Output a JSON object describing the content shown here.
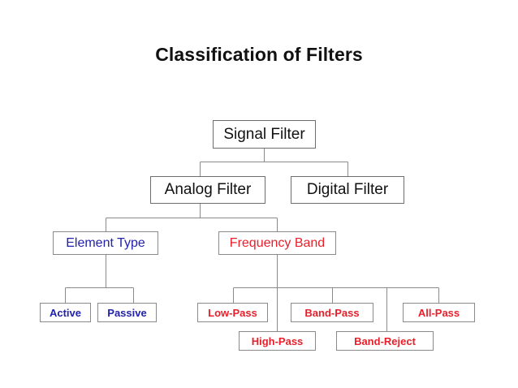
{
  "diagram": {
    "title": "Classification of Filters",
    "type": "tree-hierarchy",
    "background_color": "#ffffff",
    "line_color": "#8a8a8a",
    "colors": {
      "black": "#111111",
      "blue": "#2222aa",
      "red": "#e8202a"
    },
    "nodes": {
      "root": {
        "label": "Signal Filter",
        "color": "#111111"
      },
      "analog": {
        "label": "Analog Filter",
        "color": "#111111"
      },
      "digital": {
        "label": "Digital Filter",
        "color": "#111111"
      },
      "element_type": {
        "label": "Element Type",
        "color": "#2222aa"
      },
      "frequency_band": {
        "label": "Frequency Band",
        "color": "#e8202a"
      },
      "active": {
        "label": "Active",
        "color": "#2222aa"
      },
      "passive": {
        "label": "Passive",
        "color": "#2222aa"
      },
      "low_pass": {
        "label": "Low-Pass",
        "color": "#e8202a"
      },
      "high_pass": {
        "label": "High-Pass",
        "color": "#e8202a"
      },
      "band_pass": {
        "label": "Band-Pass",
        "color": "#e8202a"
      },
      "band_reject": {
        "label": "Band-Reject",
        "color": "#e8202a"
      },
      "all_pass": {
        "label": "All-Pass",
        "color": "#e8202a"
      }
    },
    "edges": [
      {
        "from": "root",
        "to": "analog"
      },
      {
        "from": "root",
        "to": "digital"
      },
      {
        "from": "analog",
        "to": "element_type"
      },
      {
        "from": "analog",
        "to": "frequency_band"
      },
      {
        "from": "element_type",
        "to": "active"
      },
      {
        "from": "element_type",
        "to": "passive"
      },
      {
        "from": "frequency_band",
        "to": "low_pass"
      },
      {
        "from": "frequency_band",
        "to": "high_pass"
      },
      {
        "from": "frequency_band",
        "to": "band_pass"
      },
      {
        "from": "frequency_band",
        "to": "band_reject"
      },
      {
        "from": "frequency_band",
        "to": "all_pass"
      }
    ]
  }
}
